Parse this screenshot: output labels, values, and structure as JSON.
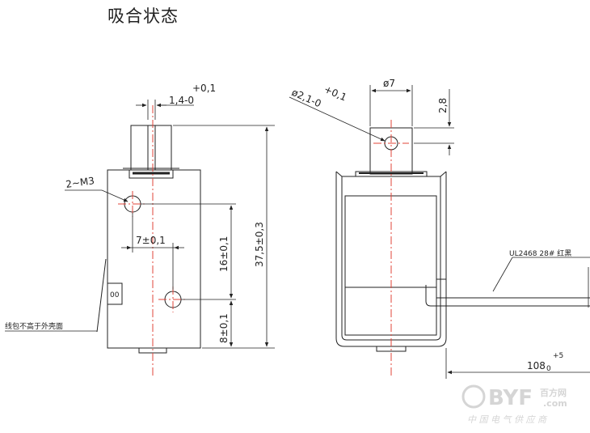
{
  "title": "吸合状态",
  "left_view": {
    "plunger_width_label": "1,4-0",
    "plunger_width_tol": "+0,1",
    "thread_label": "2~M3",
    "hole_spacing_label": "7±0,1",
    "vertical_spacing_label": "16±0,1",
    "bottom_offset_label": "8±0,1",
    "overall_length_label": "37,5±0,3",
    "coil_note": "线包不高于外壳面",
    "marking": "00"
  },
  "right_view": {
    "cap_diameter_label": "ø7",
    "cap_height_label": "2,8",
    "pin_hole_label": "ø2,1-0",
    "pin_hole_tol": "+0,1",
    "wire_label": "UL2468 28# 红黑",
    "lead_length_label": "108",
    "lead_length_sub": "0",
    "lead_length_sup": "+5"
  },
  "watermark": {
    "brand": "BYF",
    "brand_cn": "百方网",
    "domain": ".com",
    "slogan": "中 国 电 气 供 应 商"
  }
}
